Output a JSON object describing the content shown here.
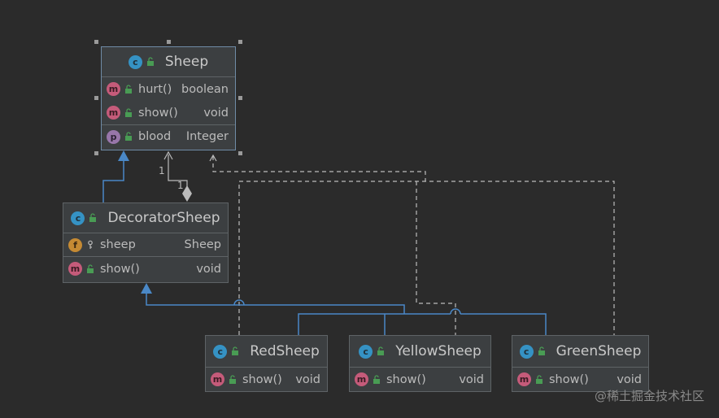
{
  "classes": {
    "sheep": {
      "name": "Sheep",
      "methods": [
        {
          "name": "hurt()",
          "type": "boolean"
        },
        {
          "name": "show()",
          "type": "void"
        }
      ],
      "fields": [
        {
          "name": "blood",
          "type": "Integer"
        }
      ]
    },
    "decorator": {
      "name": "DecoratorSheep",
      "fields": [
        {
          "name": "sheep",
          "type": "Sheep"
        }
      ],
      "methods": [
        {
          "name": "show()",
          "type": "void"
        }
      ]
    },
    "red": {
      "name": "RedSheep",
      "methods": [
        {
          "name": "show()",
          "type": "void"
        }
      ]
    },
    "yellow": {
      "name": "YellowSheep",
      "methods": [
        {
          "name": "show()",
          "type": "void"
        }
      ]
    },
    "green": {
      "name": "GreenSheep",
      "methods": [
        {
          "name": "show()",
          "type": "void"
        }
      ]
    }
  },
  "icons": {
    "class": "c",
    "method": "m",
    "property": "p",
    "field": "f"
  },
  "multiplicity": {
    "near_sheep": "1",
    "near_decorator": "1"
  },
  "watermark": "@稀土掘金技术社区",
  "colors": {
    "background": "#2b2b2b",
    "box": "#3c3f41",
    "inheritance": "#4a88c7",
    "dependency": "#bbbbbb"
  }
}
